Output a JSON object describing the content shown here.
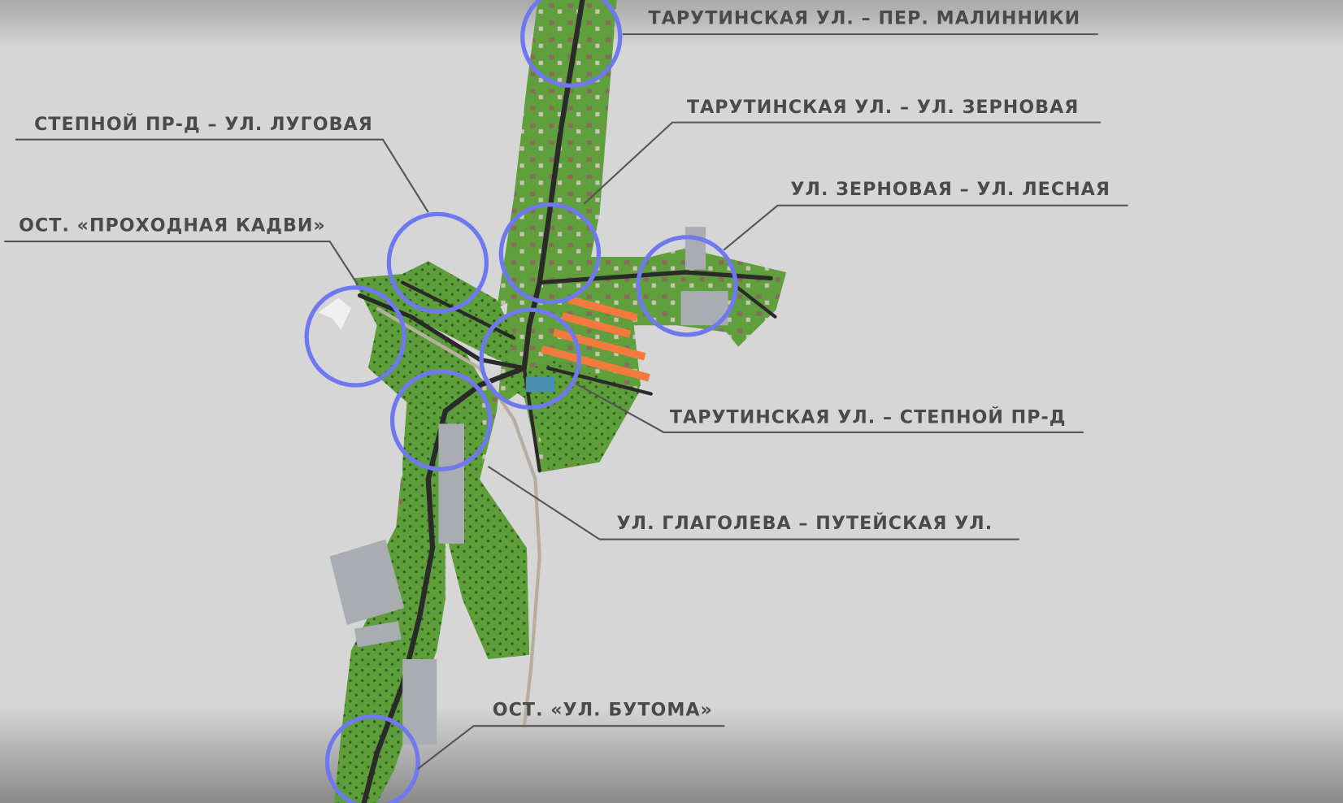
{
  "labels": {
    "tarutinskaya_malinniki": "ТАРУТИНСКАЯ УЛ. – ПЕР. МАЛИННИКИ",
    "stepnoy_lugovaya": "СТЕПНОЙ ПР-Д – УЛ. ЛУГОВАЯ",
    "tarutinskaya_zernovaya": "ТАРУТИНСКАЯ УЛ. – УЛ. ЗЕРНОВАЯ",
    "zernovaya_lesnaya": "УЛ. ЗЕРНОВАЯ – УЛ. ЛЕСНАЯ",
    "ost_prokhodnaya_kadvi": "ОСТ. «ПРОХОДНАЯ КАДВИ»",
    "tarutinskaya_stepnoy": "ТАРУТИНСКАЯ УЛ. – СТЕПНОЙ ПР-Д",
    "glagoleva_puteyskaya": "УЛ. ГЛАГОЛЕВА – ПУТЕЙСКАЯ УЛ.",
    "ost_butoma": "ОСТ. «УЛ. БУТОМА»"
  },
  "colors": {
    "background": "#d6d6d6",
    "ring": "#6f78ee",
    "terrain": "#5d9e3a",
    "road": "#2a2a2a",
    "building_highlight": "#f27a3c"
  }
}
